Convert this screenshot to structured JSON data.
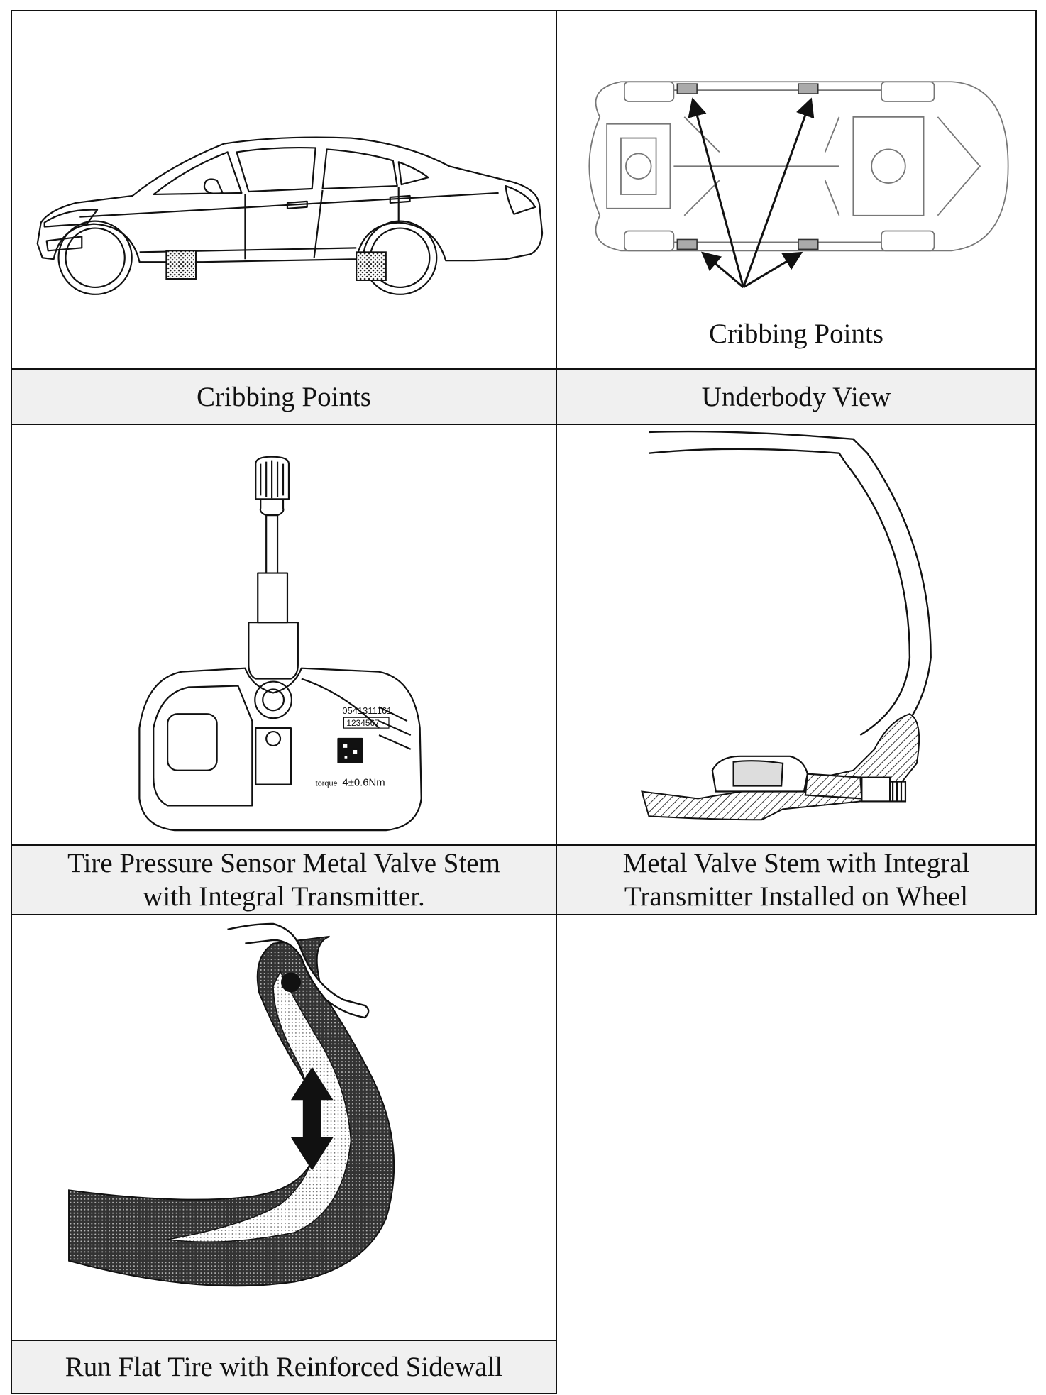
{
  "cells": [
    {
      "caption": "Cribbing Points"
    },
    {
      "caption": "Underbody View",
      "figure_label": "Cribbing Points"
    },
    {
      "caption_line1": "Tire Pressure Sensor Metal Valve Stem",
      "caption_line2": "with Integral Transmitter."
    },
    {
      "caption_line1": "Metal Valve Stem with Integral",
      "caption_line2": "Transmitter Installed on Wheel"
    },
    {
      "caption": "Run Flat Tire with Reinforced Sidewall"
    }
  ],
  "sensor": {
    "code1": "0541311161",
    "code2": "1234567",
    "torque_word": "torque",
    "torque_value": "4±0.6Nm"
  }
}
